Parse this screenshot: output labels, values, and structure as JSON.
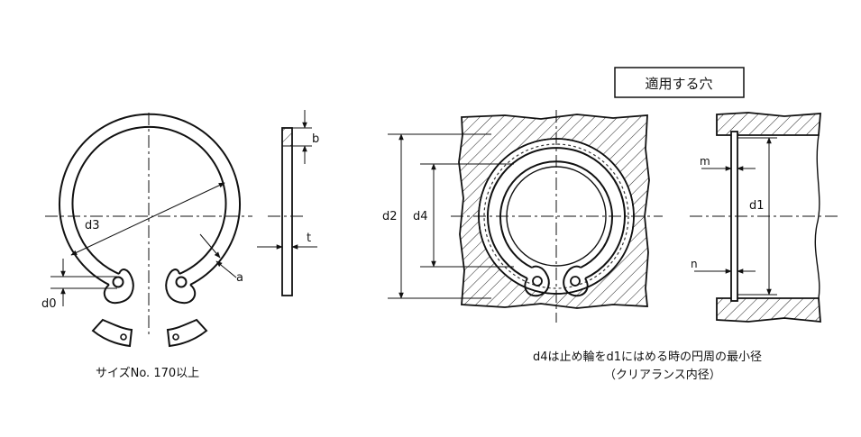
{
  "left": {
    "labels": {
      "d3": "d3",
      "d0": "d0",
      "a": "a",
      "b": "b",
      "t": "t"
    },
    "caption": "サイズNo. 170以上"
  },
  "right": {
    "title": "適用する穴",
    "labels": {
      "d2": "d2",
      "d4": "d4",
      "d1": "d1",
      "m": "m",
      "n": "n"
    },
    "note_line1": "d4は止め輪をd1にはめる時の円周の最小径",
    "note_line2": "（クリアランス内径）"
  }
}
